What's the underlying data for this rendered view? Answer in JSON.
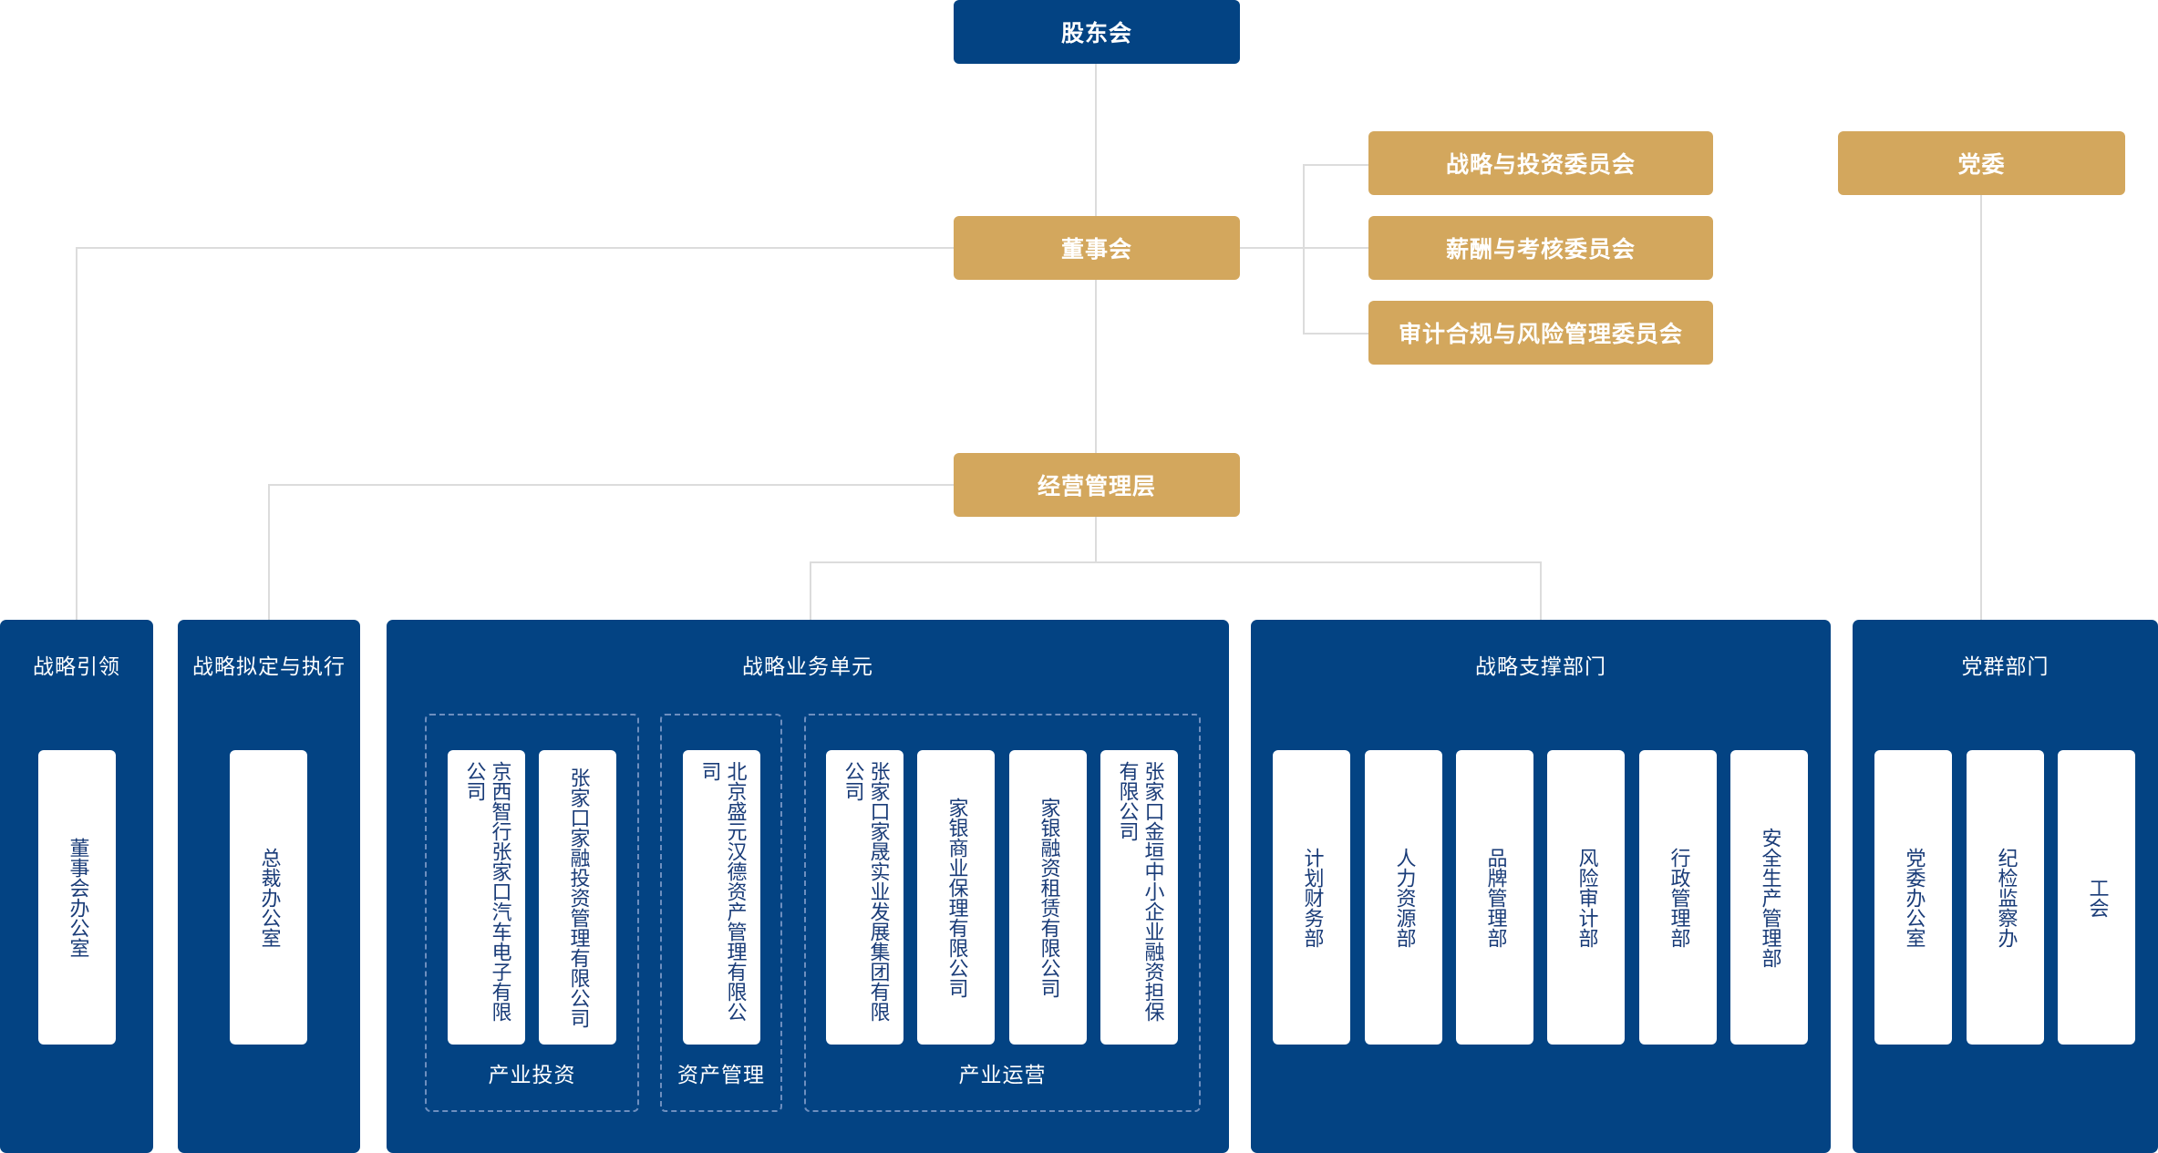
{
  "top": {
    "shareholders": "股东会",
    "board": "董事会",
    "management": "经营管理层",
    "party_committee": "党委"
  },
  "committees": [
    "战略与投资委员会",
    "薪酬与考核委员会",
    "审计合规与风险管理委员会"
  ],
  "panels": {
    "lead": {
      "title": "战略引领",
      "cards": [
        "董事会办公室"
      ]
    },
    "plan": {
      "title": "战略拟定与执行",
      "cards": [
        "总裁办公室"
      ]
    },
    "business": {
      "title": "战略业务单元",
      "groups": [
        {
          "label": "产业投资",
          "cards": [
            "京西智行张家口汽车电子有限公司",
            "张家口家融投资管理有限公司"
          ]
        },
        {
          "label": "资产管理",
          "cards": [
            "北京盛元汉德资产管理有限公司"
          ]
        },
        {
          "label": "产业运营",
          "cards": [
            "张家口家晟实业发展集团有限公司",
            "家银商业保理有限公司",
            "家银融资租赁有限公司",
            "张家口金垣中小企业融资担保有限公司"
          ]
        }
      ]
    },
    "support": {
      "title": "战略支撑部门",
      "cards": [
        "计划财务部",
        "人力资源部",
        "品牌管理部",
        "风险审计部",
        "行政管理部",
        "安全生产管理部"
      ]
    },
    "party": {
      "title": "党群部门",
      "cards": [
        "党委办公室",
        "纪检监察办",
        "工会"
      ]
    }
  },
  "colors": {
    "navy": "#034383",
    "gold": "#D3A75D",
    "line": "#dcdcdc"
  }
}
